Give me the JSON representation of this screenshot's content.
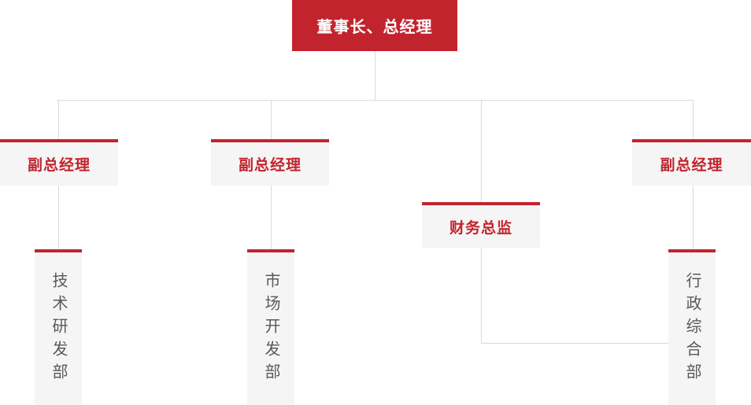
{
  "colors": {
    "accent_red": "#c2242d",
    "node_background": "#f5f5f5",
    "connector_line": "#d9d9d9",
    "department_text": "#595959",
    "root_text": "#ffffff",
    "page_background": "#ffffff"
  },
  "org_chart": {
    "type": "organization-chart",
    "root": {
      "label": "董事长、总经理"
    },
    "managers": [
      {
        "id": "vp-left",
        "label": "副总经理",
        "reports_to": "root"
      },
      {
        "id": "vp-mid",
        "label": "副总经理",
        "reports_to": "root"
      },
      {
        "id": "cfo",
        "label": "财务总监",
        "reports_to": "root"
      },
      {
        "id": "vp-right",
        "label": "副总经理",
        "reports_to": "root"
      }
    ],
    "departments": [
      {
        "id": "dept-tech",
        "label": "技术研发部",
        "reports_to": "vp-left"
      },
      {
        "id": "dept-market",
        "label": "市场开发部",
        "reports_to": "vp-mid"
      },
      {
        "id": "dept-admin",
        "label": "行政综合部",
        "reports_to": "vp-right"
      }
    ]
  }
}
